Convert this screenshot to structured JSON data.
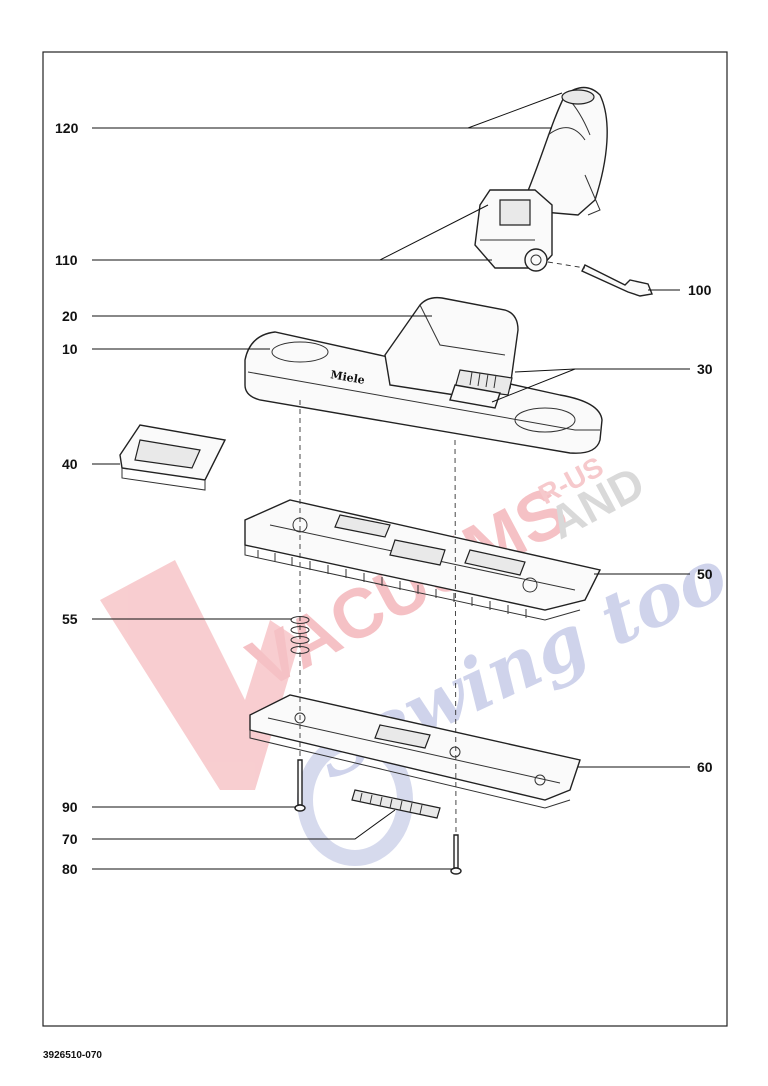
{
  "document_number": "3926510-070",
  "brand_mark": "Miele",
  "watermark": {
    "line1": "VACUUMS",
    "line2": "R-US",
    "line3": "AND",
    "line4": "Sewing too",
    "color_red": "#e8505a",
    "color_blue": "#5a6ab4"
  },
  "callouts": {
    "c120": "120",
    "c110": "110",
    "c100": "100",
    "c20": "20",
    "c10": "10",
    "c30": "30",
    "c40": "40",
    "c50": "50",
    "c55": "55",
    "c60": "60",
    "c90": "90",
    "c70": "70",
    "c80": "80"
  }
}
